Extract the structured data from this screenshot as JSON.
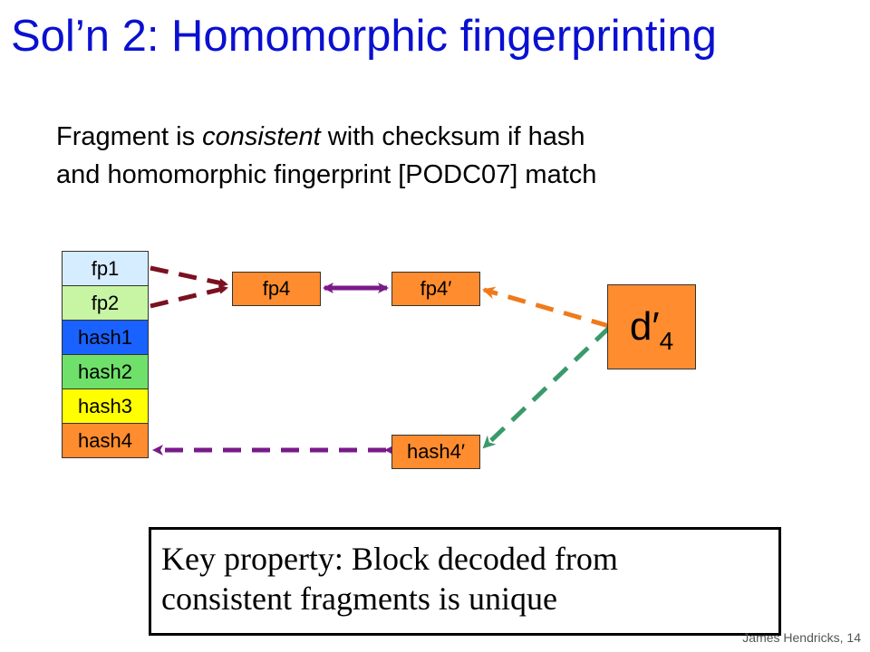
{
  "slide": {
    "title": "Sol’n 2: Homomorphic fingerprinting",
    "subtitle": {
      "line1_prefix": "Fragment is ",
      "line1_emph": "consistent",
      "line1_suffix": " with checksum if hash",
      "line2": "and homomorphic fingerprint [PODC07] match"
    },
    "stack": [
      "fp1",
      "fp2",
      "hash1",
      "hash2",
      "hash3",
      "hash4"
    ],
    "fp4": "fp4",
    "fp4_prime": "fp4′",
    "hash4_prime": "hash4′",
    "d4_main": "d′",
    "d4_sub": "4",
    "key_property_line1": "Key property: Block decoded from",
    "key_property_line2": "consistent fragments is unique",
    "footer": "James Hendricks, 14"
  },
  "colors": {
    "title": "#0a10d0",
    "fp1": "#d6ecff",
    "fp2": "#c8f5a4",
    "hash1": "#1a62ff",
    "hash2": "#6fe06a",
    "hash3": "#ffff00",
    "hash4": "#ff8c2e",
    "arrow_maroon": "#7a1020",
    "arrow_purple": "#7a1a8a",
    "arrow_orange": "#f07a1a",
    "arrow_green": "#3a9a6a"
  }
}
